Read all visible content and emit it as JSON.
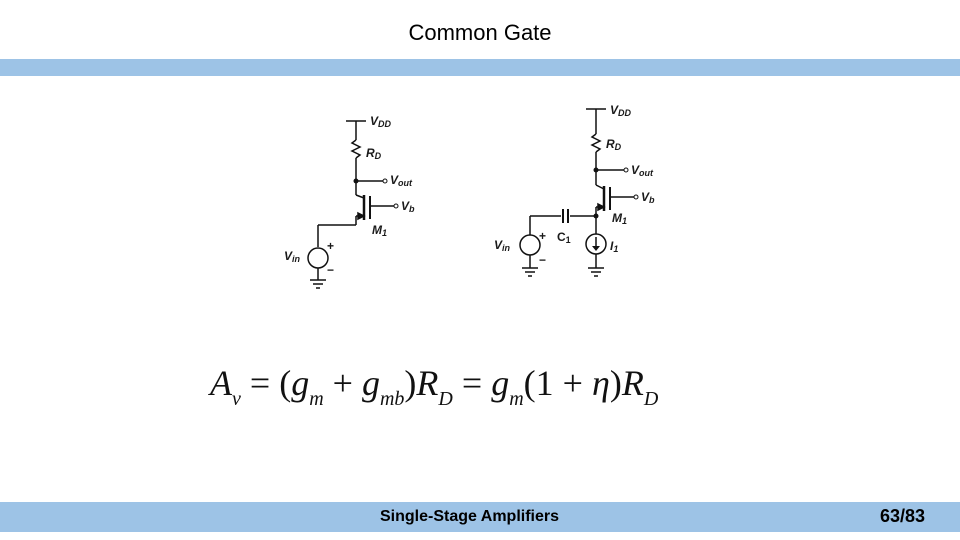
{
  "slide": {
    "title": "Common Gate",
    "footer": "Single-Stage Amplifiers",
    "page": "63/83"
  },
  "colors": {
    "band": "#9dc3e6",
    "wire": "#111111"
  },
  "circuit_left": {
    "supply": "V",
    "supply_sub": "DD",
    "resistor": "R",
    "resistor_sub": "D",
    "output": "V",
    "output_sub": "out",
    "bias": "V",
    "bias_sub": "b",
    "transistor": "M",
    "transistor_sub": "1",
    "source": "V",
    "source_sub": "in",
    "plus": "+",
    "minus": "−"
  },
  "circuit_right": {
    "supply": "V",
    "supply_sub": "DD",
    "resistor": "R",
    "resistor_sub": "D",
    "output": "V",
    "output_sub": "out",
    "bias": "V",
    "bias_sub": "b",
    "transistor": "M",
    "transistor_sub": "1",
    "capacitor": "C",
    "capacitor_sub": "1",
    "current_source": "I",
    "current_source_sub": "1",
    "source": "V",
    "source_sub": "in",
    "plus": "+",
    "minus": "−"
  },
  "equation": {
    "lhs": "A",
    "lhs_sub": "v",
    "eq1": "=",
    "open_paren": "(",
    "g1": "g",
    "g1_sub": "m",
    "plus": "+",
    "g2": "g",
    "g2_sub": "mb",
    "close_paren": ")",
    "r1": "R",
    "r1_sub": "D",
    "eq2": "=",
    "g3": "g",
    "g3_sub": "m",
    "open_paren2": "(",
    "one": "1",
    "plus2": "+",
    "eta": "η",
    "close_paren2": ")",
    "r2": "R",
    "r2_sub": "D"
  }
}
